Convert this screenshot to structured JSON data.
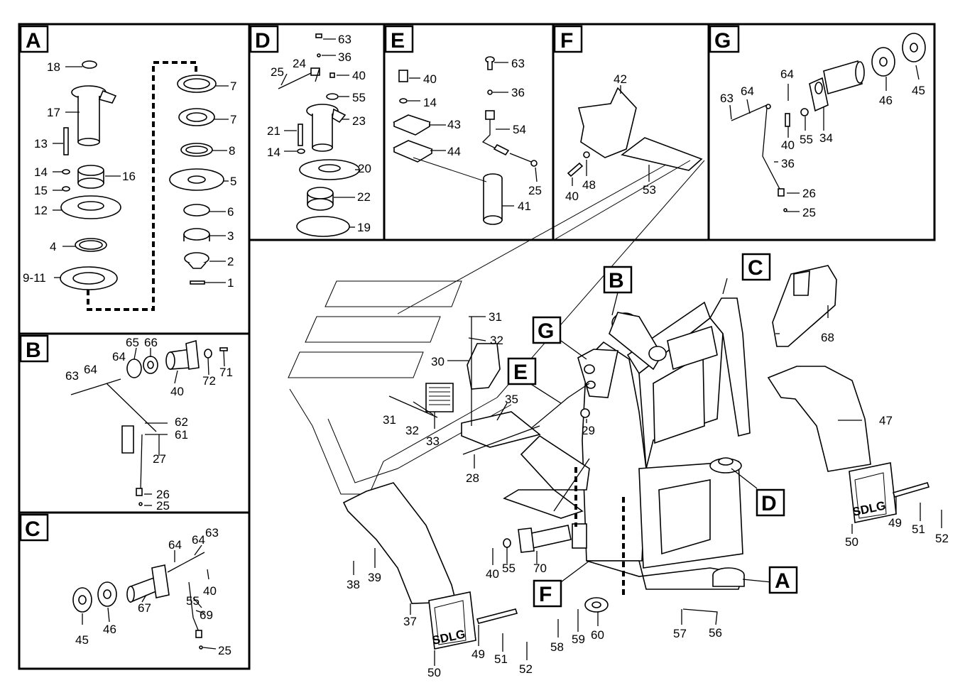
{
  "panels": {
    "A": {
      "label": "A"
    },
    "B": {
      "label": "B"
    },
    "C": {
      "label": "C"
    },
    "D": {
      "label": "D"
    },
    "E": {
      "label": "E"
    },
    "F": {
      "label": "F"
    },
    "G": {
      "label": "G"
    }
  },
  "main_callouts": {
    "A": "A",
    "B": "B",
    "C": "C",
    "D": "D",
    "E": "E",
    "F": "F",
    "G": "G"
  },
  "brand_text": "SDLG",
  "part_labels": {
    "A": [
      "18",
      "17",
      "13",
      "14",
      "15",
      "12",
      "16",
      "4",
      "9-11",
      "7",
      "7",
      "8",
      "5",
      "6",
      "3",
      "2",
      "1"
    ],
    "B": [
      "65",
      "66",
      "64",
      "63",
      "40",
      "72",
      "71",
      "62",
      "61",
      "27",
      "26",
      "25"
    ],
    "C": [
      "64",
      "63",
      "64",
      "40",
      "55",
      "69",
      "67",
      "46",
      "45",
      "25"
    ],
    "D": [
      "63",
      "36",
      "25",
      "24",
      "40",
      "55",
      "23",
      "21",
      "14",
      "20",
      "22",
      "19"
    ],
    "E": [
      "63",
      "40",
      "36",
      "14",
      "43",
      "54",
      "44",
      "25",
      "41"
    ],
    "F": [
      "42",
      "48",
      "40",
      "53"
    ],
    "G": [
      "46",
      "45",
      "64",
      "63",
      "64",
      "40",
      "55",
      "34",
      "36",
      "26",
      "25"
    ],
    "main": [
      "31",
      "32",
      "30",
      "35",
      "31",
      "32",
      "33",
      "29",
      "28",
      "68",
      "47",
      "50",
      "49",
      "51",
      "52",
      "40",
      "55",
      "70",
      "38",
      "39",
      "37",
      "50",
      "49",
      "51",
      "52",
      "58",
      "59",
      "60",
      "57",
      "56"
    ]
  }
}
